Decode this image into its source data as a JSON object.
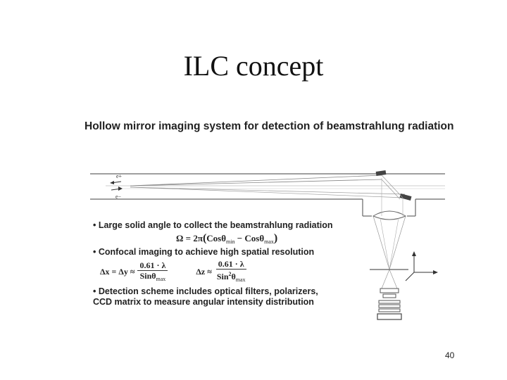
{
  "slide": {
    "title": "ILC concept",
    "page_number": "40"
  },
  "figure": {
    "heading": "Hollow mirror imaging system for detection of beamstrahlung radiation",
    "beam_labels": {
      "positron": "e+",
      "electron": "e−"
    },
    "bullets": [
      "• Large solid angle to collect the beamstrahlung radiation",
      "• Confocal imaging to achieve high spatial resolution",
      "• Detection scheme includes optical filters, polarizers,",
      "CCD matrix to measure angular intensity distribution"
    ],
    "formula_omega": {
      "lhs": "Ω = 2π",
      "open": "(",
      "cos1": "Cosθ",
      "cos1_sub": "min",
      "minus": " − ",
      "cos2": "Cosθ",
      "cos2_sub": "max",
      "close": ")"
    },
    "formula_dx": {
      "lhs": "Δx = Δy ≈",
      "num": "0.61 · λ",
      "den": "Sinθ",
      "den_sub": "max"
    },
    "formula_dz": {
      "lhs": "Δz ≈",
      "num": "0.61 · λ",
      "den": "Sin",
      "den_sup": "2",
      "den_theta": "θ",
      "den_sub": "max"
    }
  },
  "colors": {
    "line": "#555555",
    "text": "#222222",
    "background": "#ffffff"
  }
}
